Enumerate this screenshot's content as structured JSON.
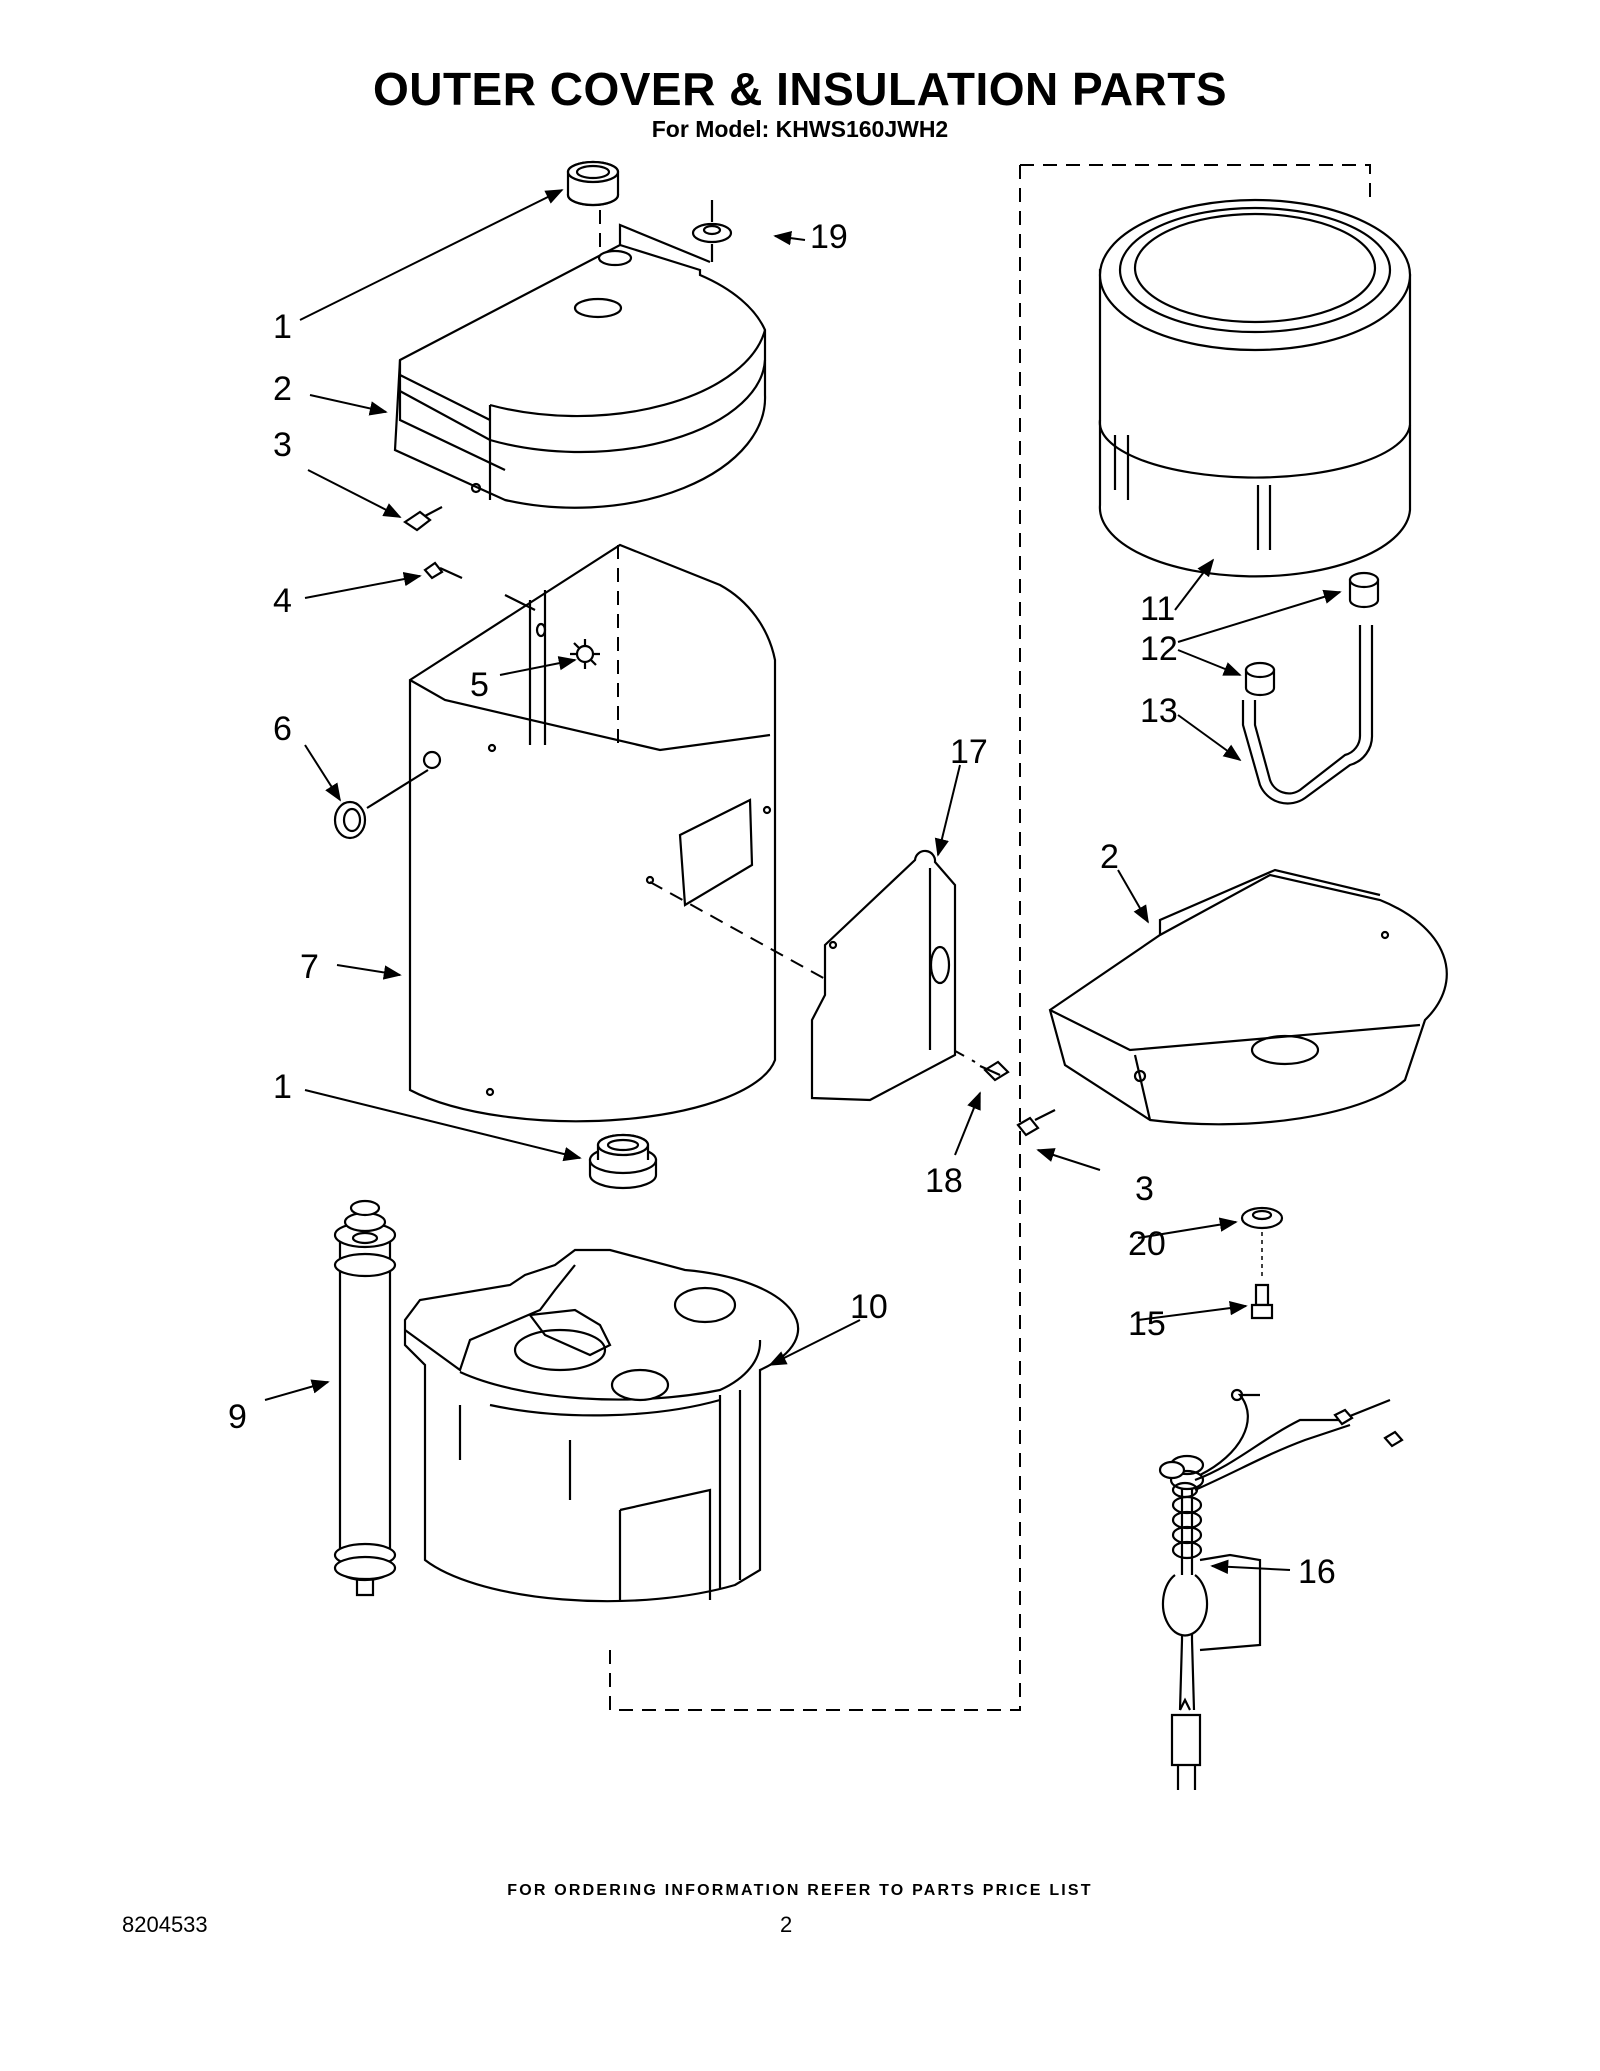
{
  "header": {
    "title": "OUTER COVER & INSULATION PARTS",
    "subtitle": "For Model: KHWS160JWH2"
  },
  "callouts": {
    "c1_top": "1",
    "c2_top": "2",
    "c3_top": "3",
    "c4": "4",
    "c5": "5",
    "c6": "6",
    "c7": "7",
    "c1_bottom": "1",
    "c9": "9",
    "c10": "10",
    "c11": "11",
    "c12": "12",
    "c13": "13",
    "c2_right": "2",
    "c17": "17",
    "c18": "18",
    "c3_right": "3",
    "c20": "20",
    "c15": "15",
    "c16": "16",
    "c19": "19"
  },
  "footer": {
    "note": "FOR ORDERING INFORMATION REFER TO PARTS PRICE LIST",
    "doc_number": "8204533",
    "page_number": "2"
  }
}
